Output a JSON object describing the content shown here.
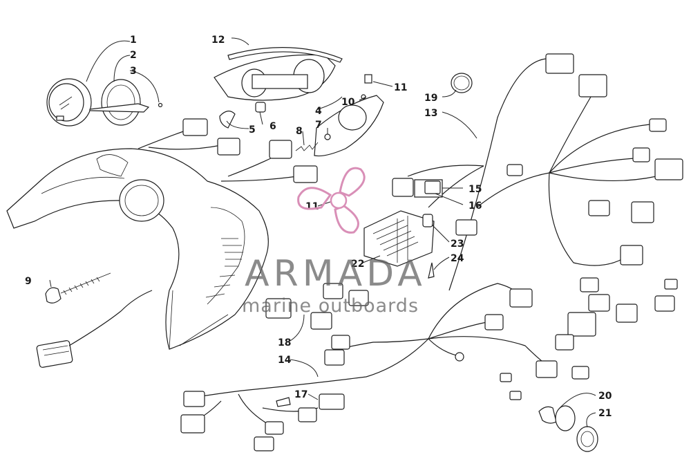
{
  "callouts": {
    "c1": "1",
    "c2": "2",
    "c3": "3",
    "c4": "4",
    "c5": "5",
    "c6": "6",
    "c7": "7",
    "c8": "8",
    "c9": "9",
    "c10": "10",
    "c11a": "11",
    "c11b": "11",
    "c12": "12",
    "c13": "13",
    "c14": "14",
    "c15": "15",
    "c16": "16",
    "c17": "17",
    "c18": "18",
    "c19": "19",
    "c20": "20",
    "c21": "21",
    "c22": "22",
    "c23": "23",
    "c24": "24"
  },
  "watermark": {
    "brand": "ARMADA",
    "tagline": "marine outboards",
    "color": "#d98fb7",
    "text_color": "#5f5f5f"
  },
  "icons": {
    "propeller": "propeller-logo-icon"
  }
}
